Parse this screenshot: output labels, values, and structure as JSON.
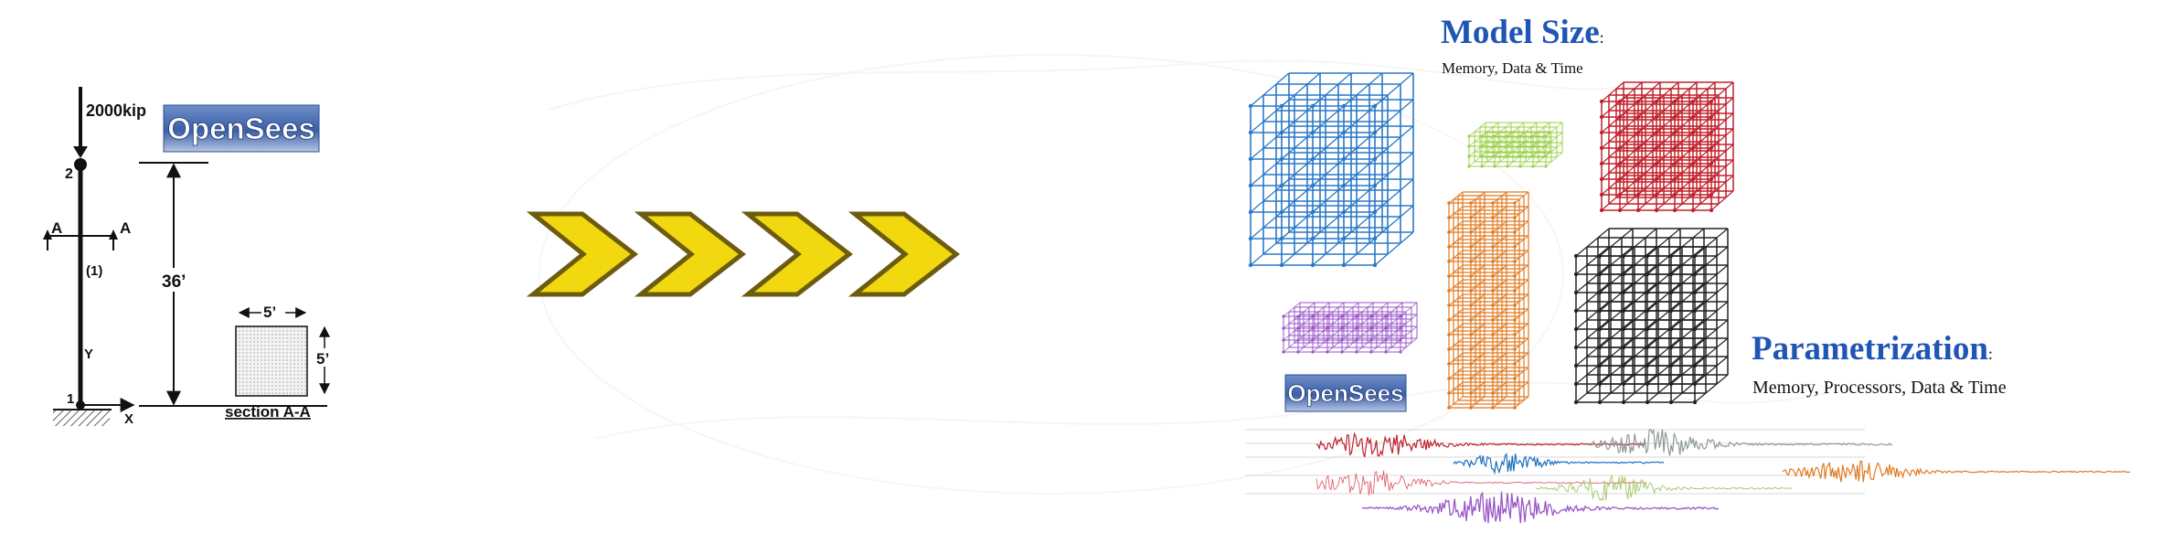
{
  "column_diagram": {
    "load_label": "2000kip",
    "node_top": "2",
    "node_bottom": "1",
    "section_marker_left": "A",
    "section_marker_right": "A",
    "element_label": "(1)",
    "axis_y": "Y",
    "axis_x": "X",
    "height_dim": "36’",
    "section_width": "5’",
    "section_height": "5’",
    "section_caption": "section A-A"
  },
  "logos": {
    "opensees_main": "OpenSees",
    "opensees_small": "OpenSees"
  },
  "process_arrows": {
    "count": 4,
    "fill_color": "#f2d80f",
    "border_color": "#6b5c10"
  },
  "model_size": {
    "title": "Model Size",
    "colon": ":",
    "subtitle": "Memory, Data & Time"
  },
  "parametrization": {
    "title": "Parametrization",
    "colon": ":",
    "subtitle": "Memory, Processors, Data & Time"
  },
  "frame_models": {
    "colors": [
      "#2a78c8",
      "#9bd04a",
      "#c0202a",
      "#e07a22",
      "#9a55c8",
      "#222222"
    ]
  },
  "ground_motions": {
    "colors": [
      "#c0202a",
      "#8e9a96",
      "#1a6fc0",
      "#e07a22",
      "#e06070",
      "#a8cc70",
      "#9a55c8"
    ]
  },
  "colors": {
    "heading_blue": "#1f55b4",
    "logo_blue": "#2c4f9a"
  }
}
